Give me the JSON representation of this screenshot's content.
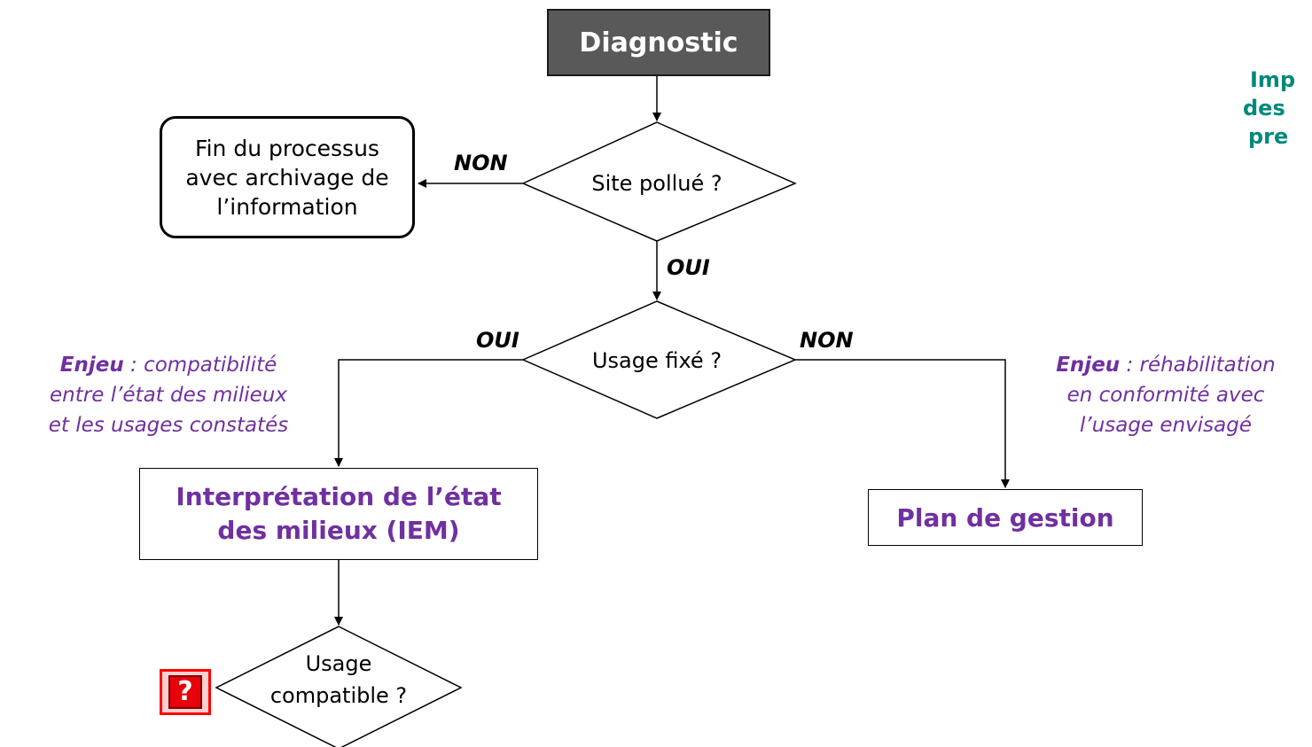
{
  "top": {
    "title": "Diagnostic"
  },
  "end": {
    "line1": "Fin du processus",
    "line2": "avec archivage de",
    "line3": "l’information"
  },
  "decisions": {
    "d1": "Site pollué ?",
    "d2": "Usage fixé ?",
    "d3_line1": "Usage",
    "d3_line2": "compatible ?"
  },
  "branches": {
    "d1_left": "NON",
    "d1_down": "OUI",
    "d2_left": "OUI",
    "d2_right": "NON"
  },
  "enjeu_left": {
    "keyword": "Enjeu",
    "line1": " : compatibilité",
    "line2": "entre l’état des milieux",
    "line3": "et les usages constatés"
  },
  "enjeu_right": {
    "keyword": "Enjeu",
    "line1": " : réhabilitation",
    "line2": "en conformité avec",
    "line3": "l’usage envisagé"
  },
  "iem": {
    "line1": "Interprétation de l’état",
    "line2": "des milieux (IEM)"
  },
  "plan": {
    "label": "Plan de gestion"
  },
  "side_note": {
    "line1": "Imp",
    "line2": "des",
    "line3": "pre"
  },
  "help": {
    "icon": "question-mark-icon",
    "glyph": "?"
  },
  "colors": {
    "accent_purple": "#7030a0",
    "side_note_teal": "#00897b",
    "diag_box": "#595959",
    "help_red": "#ff0000"
  }
}
